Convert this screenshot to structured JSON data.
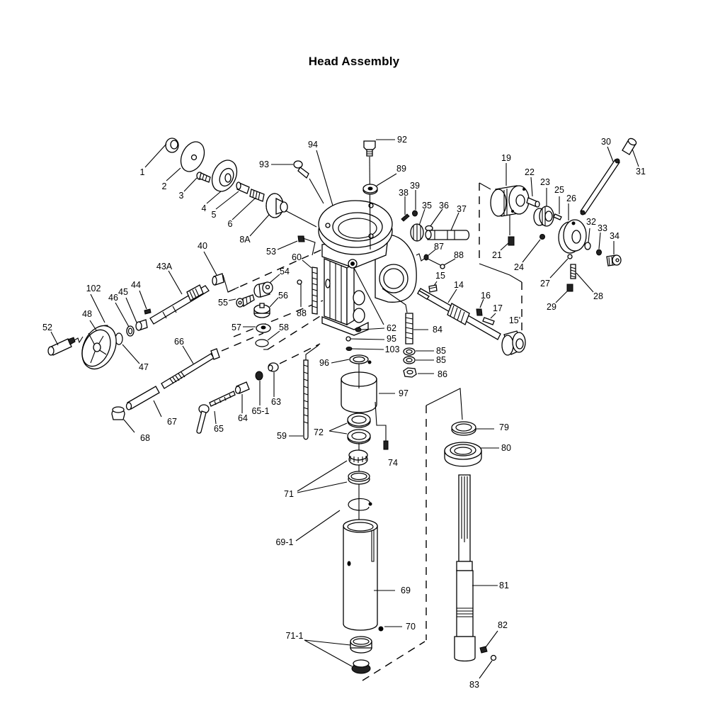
{
  "title": "Head Assembly",
  "colors": {
    "ink": "#000000",
    "paper": "#ffffff"
  },
  "callouts": [
    "1",
    "2",
    "3",
    "4",
    "5",
    "6",
    "8A",
    "93",
    "94",
    "92",
    "89",
    "38",
    "39",
    "35",
    "36",
    "37",
    "87",
    "88",
    "15",
    "19",
    "21",
    "22",
    "23",
    "24",
    "25",
    "26",
    "27",
    "28",
    "29",
    "30",
    "31",
    "32",
    "33",
    "34",
    "14",
    "16",
    "17",
    "15'",
    "84",
    "85",
    "85",
    "86",
    "53",
    "60",
    "54",
    "56",
    "55",
    "57",
    "58",
    "88",
    "62",
    "95",
    "103",
    "96",
    "97",
    "40",
    "43A",
    "44",
    "45",
    "46",
    "102",
    "48",
    "52",
    "47",
    "66",
    "67",
    "68",
    "65",
    "64",
    "65-1",
    "63",
    "59",
    "72",
    "74",
    "71",
    "69-1",
    "69",
    "70",
    "71-1",
    "79",
    "80",
    "81",
    "82",
    "83"
  ]
}
